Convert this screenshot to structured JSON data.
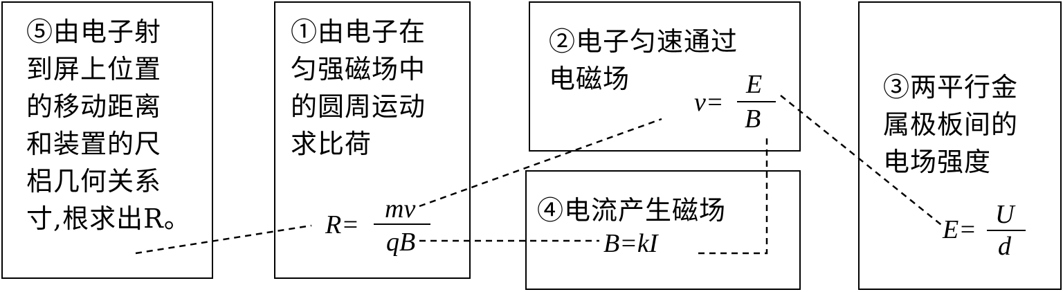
{
  "box5": {
    "lines": [
      "⑤由电子射",
      "到屏上位置",
      "的移动距离",
      "和装置的尺",
      "梠几何关系",
      "寸,根求出R。"
    ]
  },
  "box1": {
    "lines": [
      "①由电子在",
      "匀强磁场中",
      "的圆周运动",
      "求比荷"
    ],
    "formula": {
      "lhs": "R=",
      "num": "mv",
      "den": "qB"
    }
  },
  "box2": {
    "lines": [
      "②电子匀速通过",
      "电磁场"
    ],
    "formula": {
      "lhs": "v=",
      "num": "E",
      "den": "B"
    }
  },
  "box4": {
    "lines": [
      "④电流产生磁场"
    ],
    "formula": "B=kI"
  },
  "box3": {
    "lines": [
      "③两平行金",
      "属极板间的",
      "电场强度"
    ],
    "formula": {
      "lhs": "E=",
      "num": "U",
      "den": "d"
    }
  },
  "colors": {
    "stroke": "#000000",
    "background": "#ffffff"
  }
}
